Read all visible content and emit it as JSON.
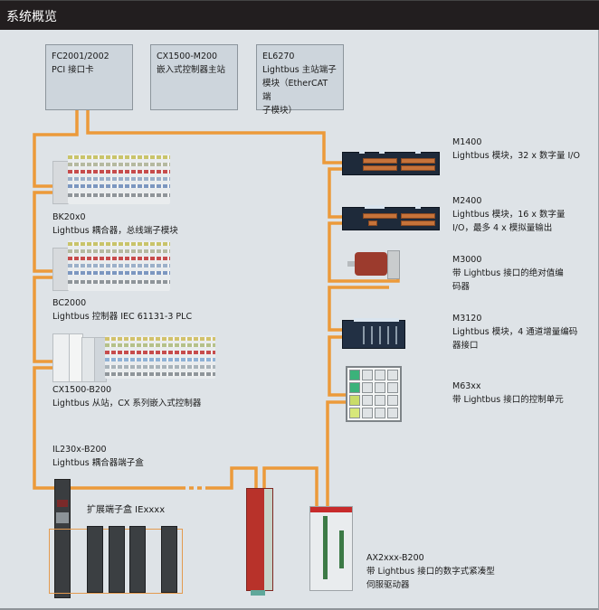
{
  "header": {
    "title": "系统概览"
  },
  "masters": [
    {
      "model": "FC2001/2002",
      "desc_lines": [
        "PCI 接口卡"
      ]
    },
    {
      "model": "CX1500-M200",
      "desc_lines": [
        "嵌入式控制器主站"
      ]
    },
    {
      "model": "EL6270",
      "desc_lines": [
        "Lightbus 主站端子",
        "模块（EtherCAT 端",
        "子模块）"
      ]
    }
  ],
  "left_devices": [
    {
      "model": "BK20x0",
      "desc_lines": [
        "Lightbus 耦合器，总线端子模块"
      ]
    },
    {
      "model": "BC2000",
      "desc_lines": [
        "Lightbus 控制器 IEC 61131-3 PLC"
      ]
    },
    {
      "model": "CX1500-B200",
      "desc_lines": [
        "Lightbus 从站，CX 系列嵌入式控制器"
      ]
    },
    {
      "model": "IL230x-B200",
      "desc_lines": [
        "Lightbus 耦合器端子盒"
      ]
    }
  ],
  "right_devices": [
    {
      "model": "M1400",
      "desc_lines": [
        "Lightbus 模块，32 x 数字量 I/O"
      ]
    },
    {
      "model": "M2400",
      "desc_lines": [
        "Lightbus 模块，16 x 数字量",
        "I/O，最多 4 x 模拟量输出"
      ]
    },
    {
      "model": "M3000",
      "desc_lines": [
        "带 Lightbus 接口的绝对值编",
        "码器"
      ]
    },
    {
      "model": "M3120",
      "desc_lines": [
        "Lightbus 模块，4 通道增量编码",
        "器接口"
      ]
    },
    {
      "model": "M63xx",
      "desc_lines": [
        "带 Lightbus 接口的控制单元"
      ]
    }
  ],
  "bottom": {
    "extension_label": "扩展端子盒 IExxxx",
    "servo": {
      "model": "AX2xxx-B200",
      "desc_lines": [
        "带 Lightbus 接口的数字式紧凑型",
        "伺服驱动器"
      ]
    }
  },
  "colors": {
    "bus": "#ec9a3a",
    "titlebar": "#221e1f",
    "background": "#dee3e7",
    "box": "#cdd5dc"
  }
}
